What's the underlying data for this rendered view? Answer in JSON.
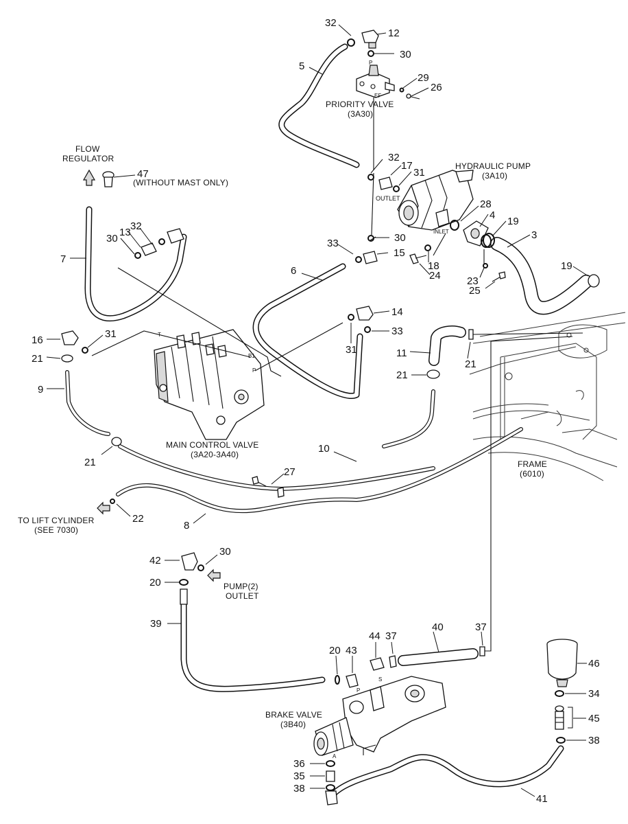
{
  "callouts": [
    "32",
    "12",
    "30",
    "5",
    "29",
    "26",
    "32",
    "17",
    "31",
    "30",
    "33",
    "15",
    "18",
    "24",
    "28",
    "4",
    "19",
    "3",
    "19",
    "23",
    "25",
    "6",
    "47",
    "13",
    "32",
    "30",
    "7",
    "14",
    "33",
    "31",
    "16",
    "31",
    "21",
    "11",
    "21",
    "21",
    "9",
    "10",
    "27",
    "21",
    "22",
    "8",
    "42",
    "30",
    "20",
    "39",
    "40",
    "37",
    "37",
    "44",
    "43",
    "20",
    "46",
    "34",
    "45",
    "38",
    "36",
    "35",
    "38",
    "41"
  ],
  "labels": {
    "priority_valve": "PRIORITY VALVE",
    "priority_valve_code": "(3A30)",
    "hydraulic_pump": "HYDRAULIC PUMP",
    "hydraulic_pump_code": "(3A10)",
    "flow_regulator_1": "FLOW",
    "flow_regulator_2": "REGULATOR",
    "without_mast": "(WITHOUT MAST ONLY)",
    "outlet": "OUTLET",
    "inlet": "INLET",
    "main_control_valve": "MAIN CONTROL VALVE",
    "main_control_valve_code": "(3A20-3A40)",
    "frame": "FRAME",
    "frame_code": "(6010)",
    "to_lift_cylinder": "TO LIFT CYLINDER",
    "see_7030": "(SEE 7030)",
    "pump2": "PUMP(2)",
    "pump2_outlet": "OUTLET",
    "brake_valve": "BRAKE VALVE",
    "brake_valve_code": "(3B40)"
  },
  "port_letters": {
    "p_top": "P",
    "ef": "EF",
    "t": "T",
    "b1": "B1",
    "p_mcv": "P",
    "p_brake": "P",
    "s_brake": "S",
    "a_brake": "A"
  },
  "icons": [
    "arrow-up-icon",
    "arrow-left-icon",
    "arrow-left-icon"
  ]
}
